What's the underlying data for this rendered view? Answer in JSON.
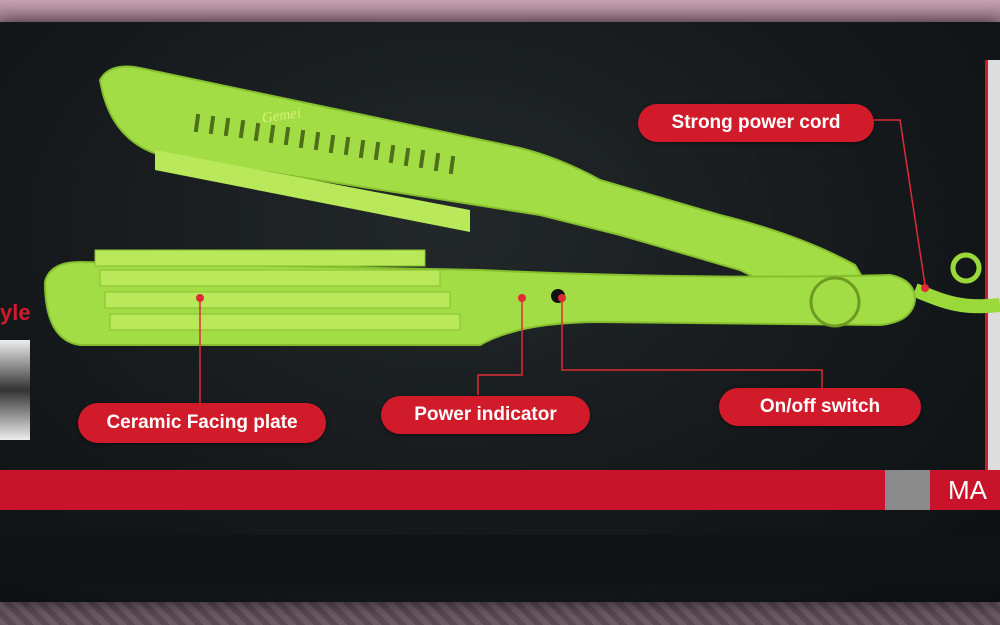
{
  "brand_logo": "Gemei",
  "callouts": {
    "power_cord": "Strong power cord",
    "facing_plate": "Ceramic Facing plate",
    "power_indicator": "Power indicator",
    "onoff_switch": "On/off switch"
  },
  "left_edge_text": "yle",
  "band_text": "MA",
  "colors": {
    "box": "#15191b",
    "product_green": "#9bd83a",
    "callout_red": "#d11a2a",
    "band_red": "#c8132b"
  }
}
